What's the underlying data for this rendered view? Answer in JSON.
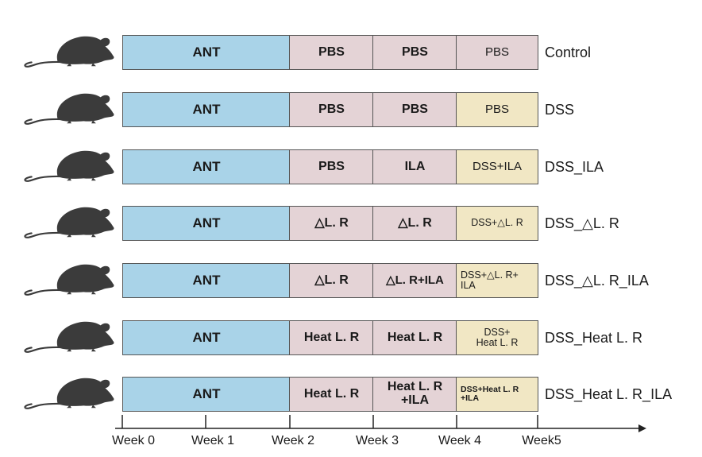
{
  "rows": [
    {
      "w0": "ANT",
      "w2": "PBS",
      "w3": "PBS",
      "w4": "PBS",
      "group": "Control"
    },
    {
      "w0": "ANT",
      "w2": "PBS",
      "w3": "PBS",
      "w4": "PBS",
      "group": "DSS"
    },
    {
      "w0": "ANT",
      "w2": "PBS",
      "w3": "ILA",
      "w4": "DSS+ILA",
      "group": "DSS_ILA"
    },
    {
      "w0": "ANT",
      "w2": "△L. R",
      "w3": "△L. R",
      "w4": "DSS+△L. R",
      "group": "DSS_△L. R"
    },
    {
      "w0": "ANT",
      "w2": "△L. R",
      "w3": "△L. R+ILA",
      "w4": "DSS+△L. R+\nILA",
      "group": "DSS_△L. R_ILA"
    },
    {
      "w0": "ANT",
      "w2": "Heat L. R",
      "w3": "Heat L. R",
      "w4": "DSS+\nHeat L. R",
      "group": "DSS_Heat L. R"
    },
    {
      "w0": "ANT",
      "w2": "Heat L. R",
      "w3": "Heat L. R\n+ILA",
      "w4": "DSS+Heat L. R\n+ILA",
      "group": "DSS_Heat L. R_ILA"
    }
  ],
  "timeline": [
    "Week 0",
    "Week 1",
    "Week 2",
    "Week 3",
    "Week 4",
    "Week5"
  ],
  "colors": {
    "ant": "#a9d3e8",
    "treatment": "#e4d3d6",
    "dss": "#f1e7c4",
    "mouse": "#3b3b3b"
  },
  "icons": {
    "animal": "mouse-icon"
  }
}
